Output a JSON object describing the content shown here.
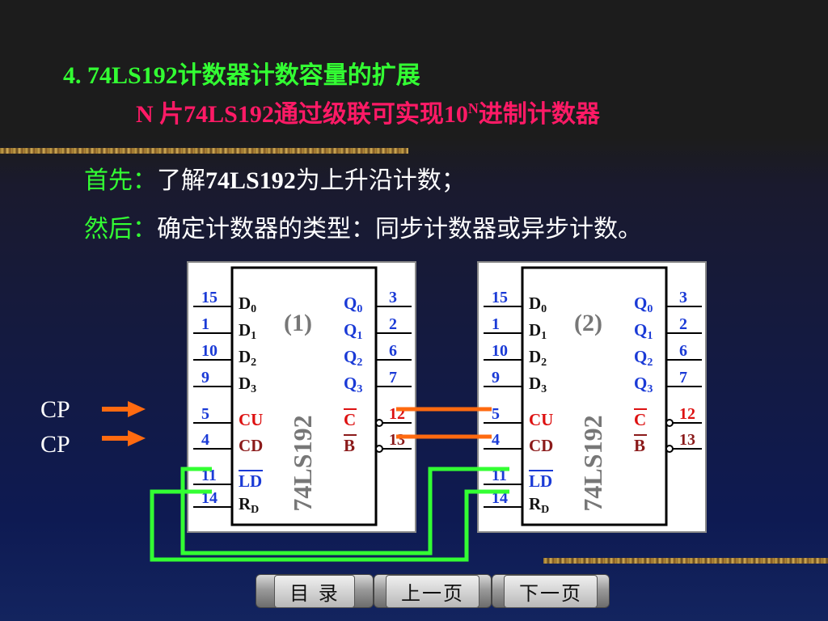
{
  "title": "4. 74LS192计数器计数容量的扩展",
  "subtitle_main": "N 片74LS192通过级联可实现10",
  "subtitle_sup": "N",
  "subtitle_tail": "进制计数器",
  "line1": {
    "label": "首先：",
    "pre": "了解",
    "bold": "74LS192",
    "post": "为上升沿计数；"
  },
  "line2": {
    "label": "然后：",
    "text": "确定计数器的类型：同步计数器或异步计数。"
  },
  "cp_labels": [
    "CP",
    "CP"
  ],
  "chips": [
    {
      "index_label": "(1)",
      "name": "74LS192"
    },
    {
      "index_label": "(2)",
      "name": "74LS192"
    }
  ],
  "left_pins": [
    {
      "num": "15",
      "label": "D",
      "sub": "0",
      "color": "#111111"
    },
    {
      "num": "1",
      "label": "D",
      "sub": "1",
      "color": "#111111"
    },
    {
      "num": "10",
      "label": "D",
      "sub": "2",
      "color": "#111111"
    },
    {
      "num": "9",
      "label": "D",
      "sub": "3",
      "color": "#111111"
    },
    {
      "num": "5",
      "label": "CU",
      "sub": "",
      "color": "#dd1111"
    },
    {
      "num": "4",
      "label": "CD",
      "sub": "",
      "color": "#8b1a1a"
    },
    {
      "num": "11",
      "label": "LD",
      "sub": "",
      "color": "#1a3ad6"
    },
    {
      "num": "14",
      "label": "R",
      "sub": "D",
      "color": "#111111"
    }
  ],
  "right_pins": [
    {
      "num": "3",
      "label": "Q",
      "sub": "0",
      "color": "#1a3ad6"
    },
    {
      "num": "2",
      "label": "Q",
      "sub": "1",
      "color": "#1a3ad6"
    },
    {
      "num": "6",
      "label": "Q",
      "sub": "2",
      "color": "#1a3ad6"
    },
    {
      "num": "7",
      "label": "Q",
      "sub": "3",
      "color": "#1a3ad6"
    },
    {
      "num": "12",
      "label": "C",
      "sub": "",
      "color": "#dd1111"
    },
    {
      "num": "13",
      "label": "B",
      "sub": "",
      "color": "#8b1a1a"
    }
  ],
  "nav": {
    "toc": "目 录",
    "prev": "上一页",
    "next": "下一页"
  },
  "colors": {
    "title": "#33ff33",
    "subtitle": "#ff1a66",
    "wire_orange": "#ff6a10",
    "wire_green": "#33ff33",
    "pin_num": "#1a3ad6",
    "pin_num_red": "#dd1111"
  }
}
